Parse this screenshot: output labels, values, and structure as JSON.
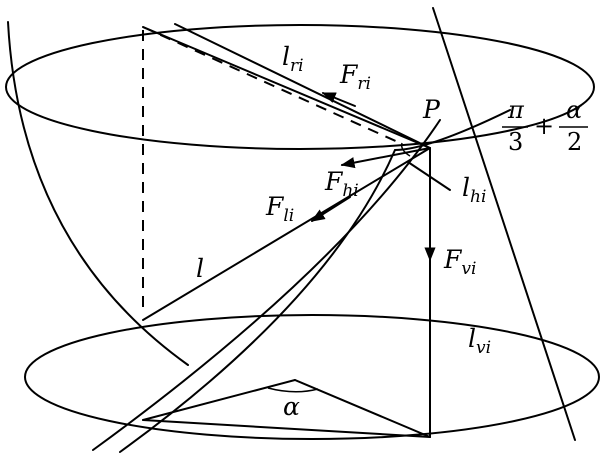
{
  "labels": {
    "l_ri": {
      "base": "l",
      "sub": "ri"
    },
    "F_ri": {
      "base": "F",
      "sub": "ri"
    },
    "P": "P",
    "angle": {
      "num_left": "π",
      "den_left": "3",
      "op": "+",
      "num_right": "α",
      "den_right": "2"
    },
    "F_hi": {
      "base": "F",
      "sub": "hi"
    },
    "l_hi": {
      "base": "l",
      "sub": "hi"
    },
    "F_li": {
      "base": "F",
      "sub": "li"
    },
    "l": "l",
    "F_vi": {
      "base": "F",
      "sub": "vi"
    },
    "l_vi": {
      "base": "l",
      "sub": "vi"
    },
    "alpha": "α"
  },
  "colors": {
    "ink": "#000000",
    "background": "#ffffff"
  }
}
